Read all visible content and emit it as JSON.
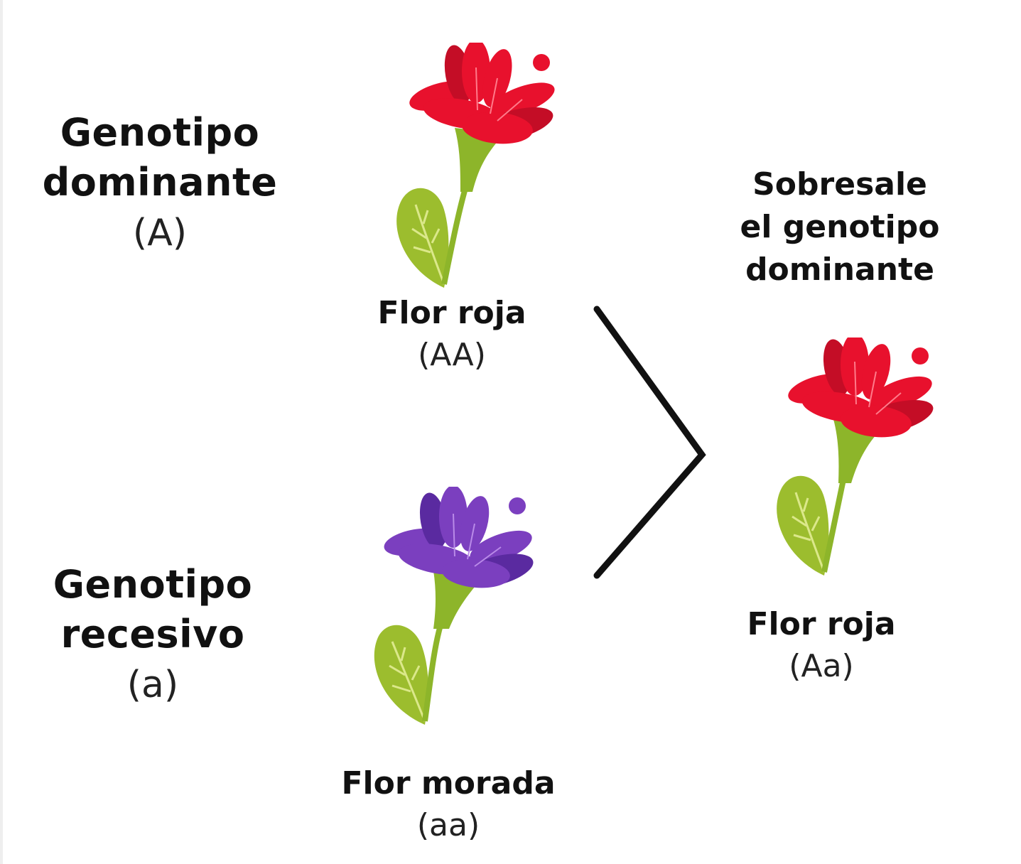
{
  "left_labels": {
    "dominant": {
      "line1": "Genotipo",
      "line2": "dominante",
      "allele": "(A)"
    },
    "recessive": {
      "line1": "Genotipo",
      "line2": "recesivo",
      "allele": "(a)"
    }
  },
  "parents": {
    "red": {
      "name": "Flor roja",
      "genotype": "(AA)",
      "color": "#e8112d"
    },
    "purple": {
      "name": "Flor morada",
      "genotype": "(aa)",
      "color": "#7b3fbf"
    }
  },
  "result_note": {
    "line1": "Sobresale",
    "line2": "el genotipo",
    "line3": "dominante"
  },
  "offspring": {
    "name": "Flor roja",
    "genotype": "(Aa)",
    "color": "#e8112d"
  },
  "colors": {
    "stem": "#8db52a",
    "leaf": "#9cbd2e",
    "leaf_vein": "#dbe88a",
    "red_dark": "#c40d26",
    "purple_dark": "#5a2aa0",
    "bracket": "#111111"
  }
}
